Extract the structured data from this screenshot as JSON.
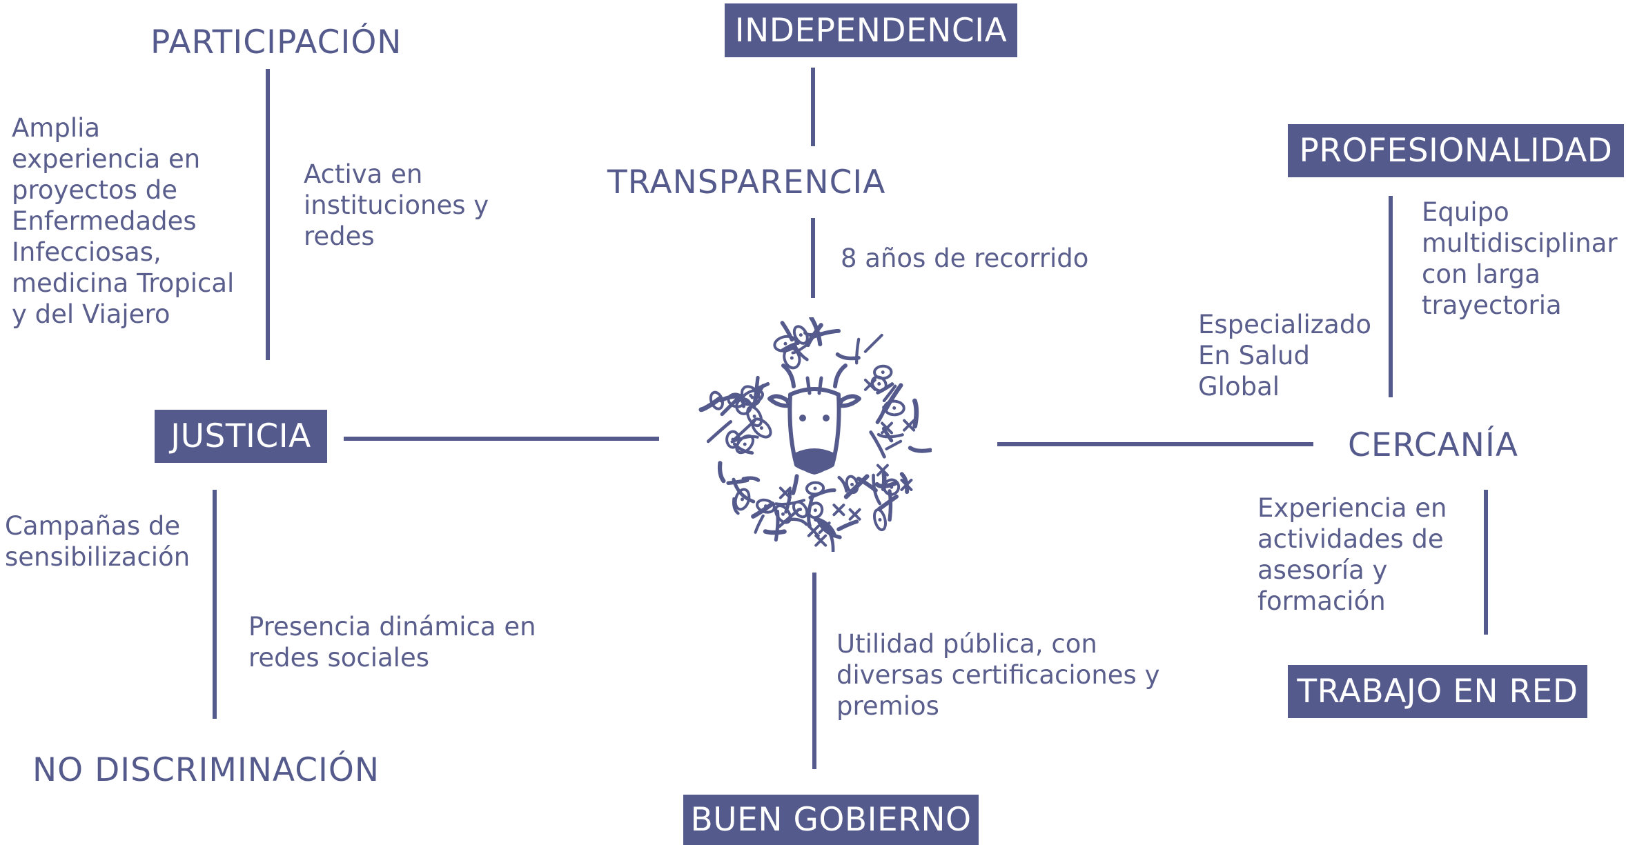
{
  "values": {
    "independencia": "INDEPENDENCIA",
    "transparencia": "TRANSPARENCIA",
    "profesionalidad": "PROFESIONALIDAD",
    "participacion": "PARTICIPACIÓN",
    "justicia": "JUSTICIA",
    "cercania": "CERCANÍA",
    "no_discriminacion": "NO DISCRIMINACIÓN",
    "trabajo_en_red": "TRABAJO EN RED",
    "buen_gobierno": "BUEN GOBIERNO"
  },
  "notes": {
    "participacion_left": "Amplia\nexperiencia en\nproyectos de\nEnfermedades\nInfecciosas,\nmedicina Tropical\ny del Viajero",
    "participacion_right": "Activa en\ninstituciones y\nredes",
    "transparencia": "8 años de recorrido",
    "profesionalidad_right": "Equipo\nmultidisciplinar\ncon larga\ntrayectoria",
    "profesionalidad_left": "Especializado\nEn Salud\nGlobal",
    "justicia_left": "Campañas de\nsensibilización",
    "justicia_right": "Presencia dinámica en\nredes sociales",
    "buen_gobierno": "Utilidad pública, con\ndiversas certificaciones y\npremios",
    "cercania": "Experiencia en\nactividades de\nasesoría y\nformación"
  },
  "colors": {
    "primary": "#555a8c",
    "text": "#5a5e8c",
    "background": "#ffffff"
  },
  "icons": {
    "center_logo": "cow-microbes-logo"
  }
}
